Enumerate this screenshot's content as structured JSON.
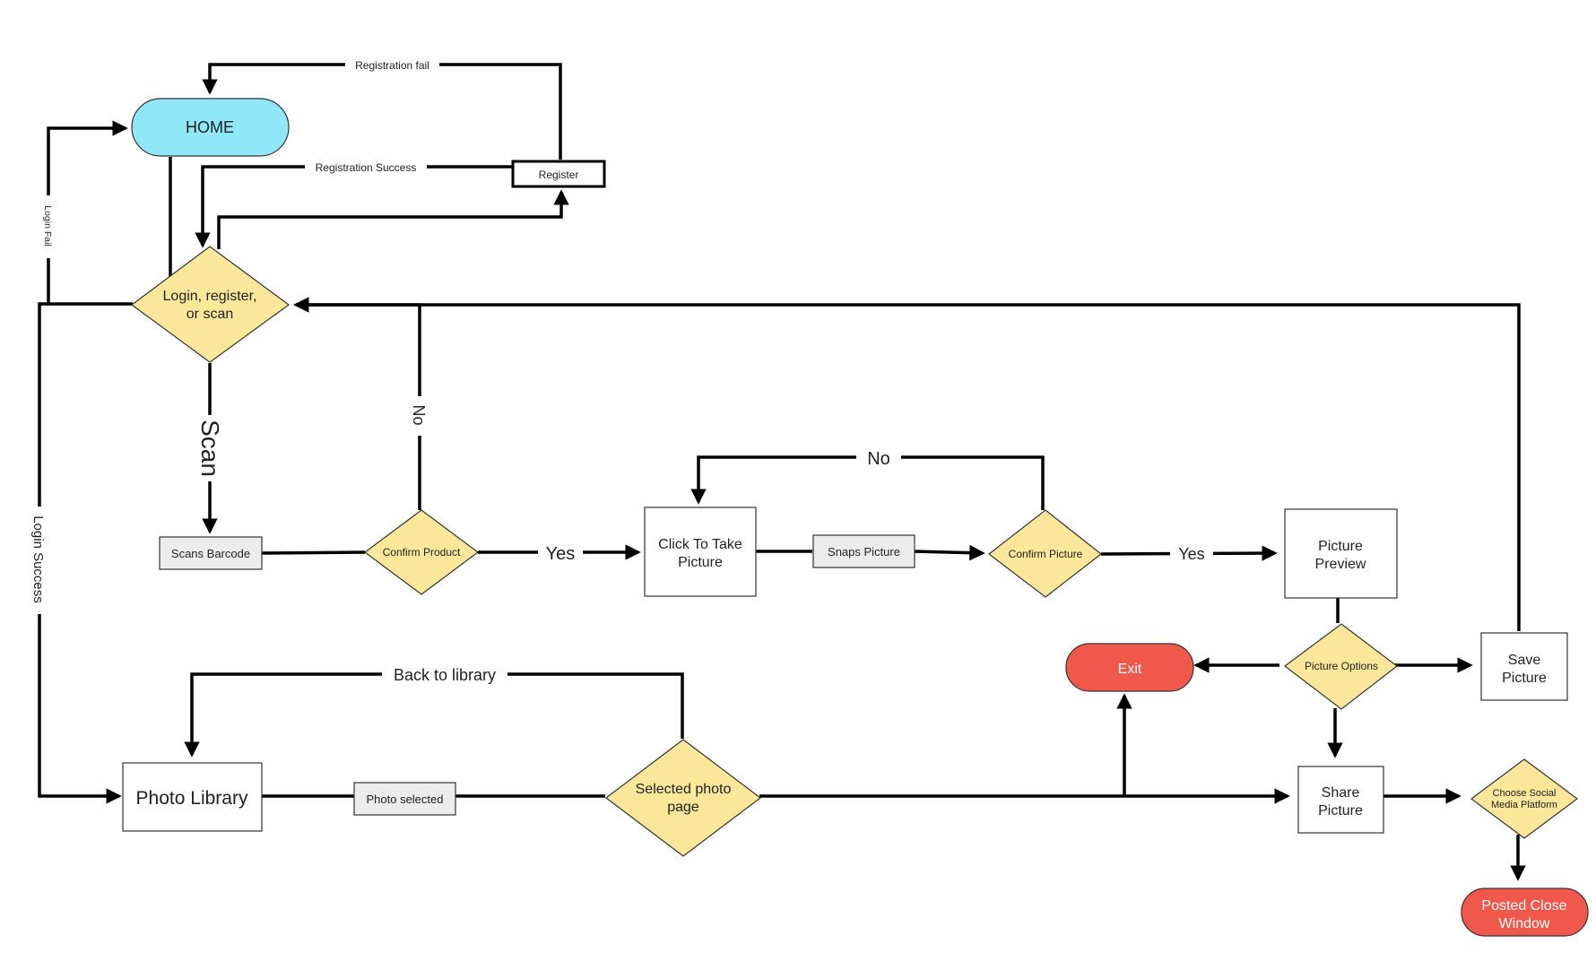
{
  "colors": {
    "home": "#8fe7f7",
    "decision": "#fbe79a",
    "terminal_red": "#f0584c",
    "process_gray": "#ececec",
    "line": "#000000"
  },
  "nodes": {
    "home": "HOME",
    "register": "Register",
    "login": [
      "Login, register,",
      "or scan"
    ],
    "scans_barcode": "Scans Barcode",
    "confirm_product": "Confirm Product",
    "click_to_take": [
      "Click To Take",
      "Picture"
    ],
    "snaps_picture": "Snaps Picture",
    "confirm_picture": "Confirm Picture",
    "picture_preview": [
      "Picture",
      "Preview"
    ],
    "picture_options": "Picture Options",
    "save_picture": [
      "Save",
      "Picture"
    ],
    "exit": "Exit",
    "share_picture": [
      "Share",
      "Picture"
    ],
    "choose_social": [
      "Choose Social",
      "Media Platform"
    ],
    "posted_close": [
      "Posted Close",
      "Window"
    ],
    "photo_library": "Photo Library",
    "photo_selected": "Photo selected",
    "selected_photo_page": [
      "Selected photo",
      "page"
    ]
  },
  "edge_labels": {
    "registration_fail": "Registration fail",
    "registration_success": "Registration Success",
    "login_fail": "Login Fail",
    "login_success": "Login Success",
    "scan": "Scan",
    "no_confirm_product": "No",
    "no_confirm_picture": "No",
    "yes_confirm_product": "Yes",
    "yes_confirm_picture": "Yes",
    "back_to_library": "Back to library"
  }
}
